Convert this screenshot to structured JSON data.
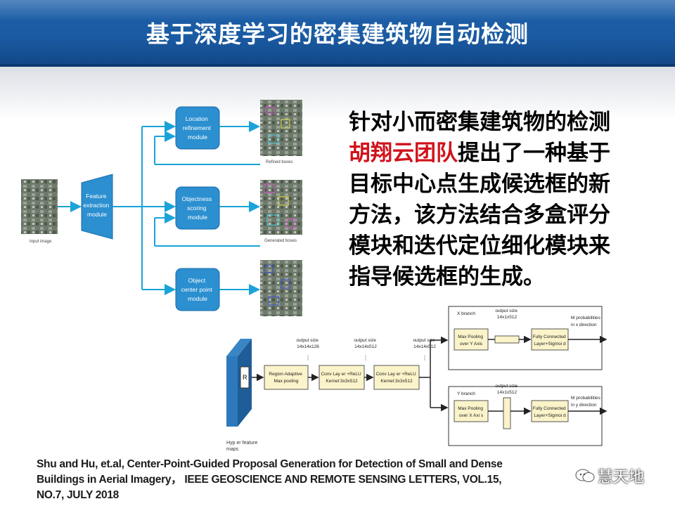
{
  "slide": {
    "title": "基于深度学习的密集建筑物自动检测",
    "description": {
      "line1": "针对小而密集建筑物的检测",
      "team": "胡翔云团队",
      "line2_rest": "提出了一种基于",
      "line3": "目标中心点生成候选框的新",
      "line4": "方法，该方法结合多盒评分",
      "line5": "模块和迭代定位细化模块来",
      "line6": "指导候选框的生成。"
    },
    "citation": {
      "line1": "Shu and Hu, et.al, Center-Point-Guided Proposal Generation for Detection of Small and Dense",
      "line2": "Buildings in Aerial Imagery，  IEEE GEOSCIENCE AND REMOTE SENSING LETTERS, VOL.15,",
      "line3": "NO.7, JULY 2018"
    },
    "watermark": "慧天地"
  },
  "diagram1": {
    "input_label": "Input image",
    "feature_module": [
      "Feature",
      "extraction",
      "module"
    ],
    "location_module": [
      "Location",
      "refinement",
      "module"
    ],
    "objectness_module": [
      "Objectness",
      "scoring",
      "module"
    ],
    "center_module": [
      "Object",
      "center point",
      "module"
    ],
    "refined_label": "Refined boxes",
    "generated_label": "Generated boxes"
  },
  "diagram2": {
    "hyper_label_1": "Hyp er feature",
    "hyper_label_2": "maps",
    "r_label": "R",
    "region_box": [
      "Region Adaptive",
      "Max pooling"
    ],
    "conv1_box": [
      "Conv Lay er +ReLU",
      "Kernel:3x3x512"
    ],
    "conv2_box": [
      "Conv Lay er +ReLU",
      "Kernel:3x3x512"
    ],
    "out1": [
      "output size",
      "14x14x126"
    ],
    "out2": [
      "output size",
      "14x14x512"
    ],
    "out3": [
      "output size",
      "14x14x512"
    ],
    "out_x": [
      "output size",
      "14x1x512"
    ],
    "out_y": [
      "output size",
      "14x1x512"
    ],
    "x_branch": "X branch",
    "y_branch": "Y branch",
    "maxpool_y": [
      "Max Pooling",
      "over Y Axis"
    ],
    "maxpool_x": [
      "Max Pooling",
      "over X Axi s"
    ],
    "fc_x": [
      "Fully Connected",
      "Layer+Sigmoi d"
    ],
    "fc_y": [
      "Fully Connected",
      "Layer+Sigmoi d"
    ],
    "prob_x": [
      "M probabilities",
      "in x direction"
    ],
    "prob_y": [
      "M probabilities",
      "in y direction"
    ]
  }
}
